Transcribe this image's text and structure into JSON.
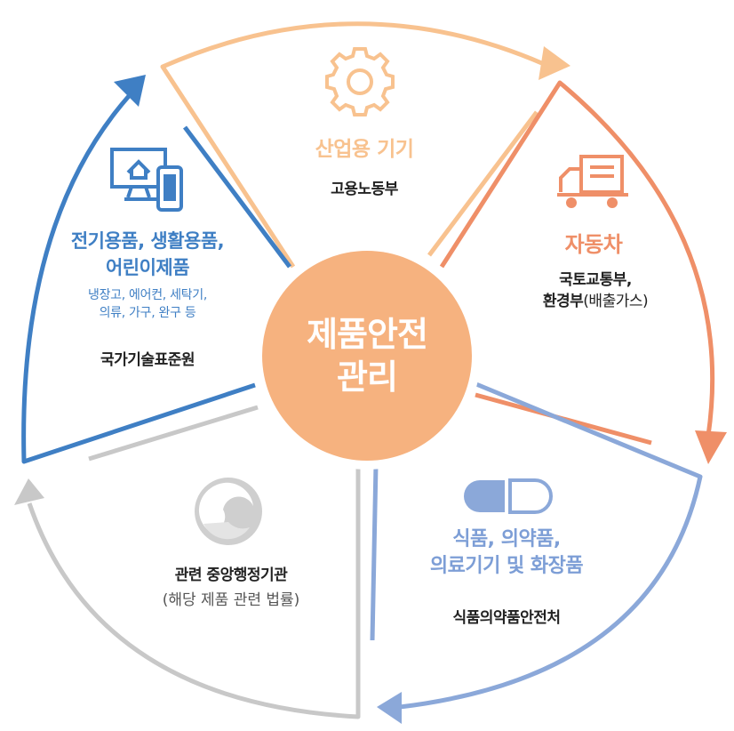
{
  "center": {
    "line1": "제품안전",
    "line2": "관리"
  },
  "colors": {
    "industrial": "#f8c28f",
    "automobile": "#ef8f68",
    "food_drug": "#8ba8d9",
    "general": "#c8c8c8",
    "electrical": "#3f7fc4",
    "center": "#f6b27f",
    "agency_text": "#222222"
  },
  "segments": [
    {
      "id": "industrial",
      "category": "산업용 기기",
      "agency": "고용노동부",
      "icon": "gear-icon"
    },
    {
      "id": "automobile",
      "category": "자동차",
      "agency_line1": "국토교통부,",
      "agency_line2_bold": "환경부",
      "agency_line2_normal": "(배출가스)",
      "icon": "truck-icon"
    },
    {
      "id": "food_drug",
      "category_line1": "식품, 의약품,",
      "category_line2": "의료기기 및 화장품",
      "agency": "식품의약품안전처",
      "icon": "capsule-icon"
    },
    {
      "id": "general",
      "agency": "관련 중앙행정기관",
      "note": "(해당 제품 관련 법률)",
      "icon": "taegeuk-emblem-icon"
    },
    {
      "id": "electrical",
      "category_line1": "전기용품, 생활용품,",
      "category_line2": "어린이제품",
      "examples_line1": "냉장고, 에어컨, 세탁기,",
      "examples_line2": "의류, 가구, 완구 등",
      "agency": "국가기술표준원",
      "icon": "home-devices-icon"
    }
  ]
}
